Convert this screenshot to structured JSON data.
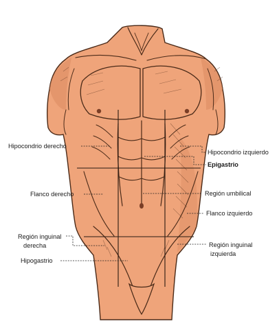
{
  "colors": {
    "skin": "#efa47a",
    "skin_shadow": "#d8865c",
    "ink": "#4a2a18",
    "background": "#ffffff"
  },
  "labels": {
    "hipocondrio_derecho": "Hipocondrio derecho",
    "hipocondrio_izquierdo": "Hipocondrio izquierdo",
    "epigastrio": "Epigastrio",
    "flanco_derecho": "Flanco derecho",
    "region_umbilical": "Región umbilical",
    "flanco_izquierdo": "Flanco izquierdo",
    "region_inguinal_derecha_line1": "Región inguinal",
    "region_inguinal_derecha_line2": "derecha",
    "hipogastrio": "Hipogastrio",
    "region_inguinal_izquierda_line1": "Región inguinal",
    "region_inguinal_izquierda_line2": "izquierda"
  }
}
